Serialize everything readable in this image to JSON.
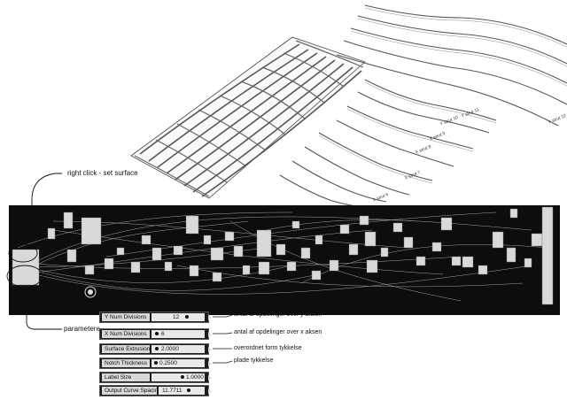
{
  "annotations": {
    "right_click": "right click - set surface",
    "parameters": "parametere"
  },
  "parameters": [
    {
      "label": "Y Num Divisions",
      "value": "12",
      "description": "antal af opdelinger over y aksen"
    },
    {
      "label": "X Num Divisions",
      "value": "6",
      "description": "antal af opdelinger over x aksen"
    },
    {
      "label": "Surface Extrusion",
      "value": "2.0000",
      "description": "overordnet form tykkelse"
    },
    {
      "label": "Notch Thickness",
      "value": "0.2500",
      "description": "plade tykkelse"
    },
    {
      "label": "Label Size",
      "value": "1.0000",
      "description": ""
    },
    {
      "label": "Output Curve Spacing",
      "value": "11.7711",
      "description": ""
    }
  ],
  "strut_labels": [
    "Y strut 12",
    "Y strut 11",
    "Y strut 10",
    "X strut 9",
    "X strut 8",
    "X strut 7",
    "X strut 6"
  ]
}
